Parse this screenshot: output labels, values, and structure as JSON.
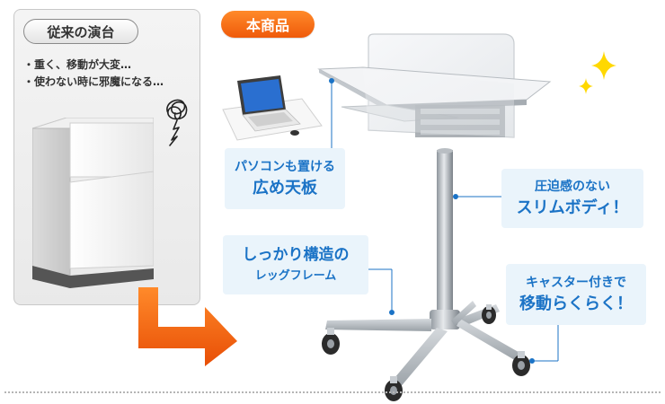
{
  "comparison": {
    "old_label": "従来の演台",
    "old_points": [
      "・重く、移動が大変…",
      "・使わない時に邪魔になる…"
    ],
    "new_label": "本商品"
  },
  "features": [
    {
      "line1": "パソコンも置ける",
      "line2": "広め天板"
    },
    {
      "line1": "しっかり構造の",
      "line2": "レッグフレーム"
    },
    {
      "line1": "圧迫感のない",
      "line2": "スリムボディ！"
    },
    {
      "line1": "キャスター付きで",
      "line2": "移動らくらく！"
    }
  ],
  "colors": {
    "accent_orange": "#f26a10",
    "feature_blue": "#1b73c6",
    "callout_bg": "#eaf4fb",
    "sparkle_yellow": "#ffd800"
  },
  "icons": [
    "scribble-icon",
    "arrow-right-icon",
    "sparkle-icon",
    "laptop-image",
    "podium-image",
    "lectern-product-image"
  ]
}
